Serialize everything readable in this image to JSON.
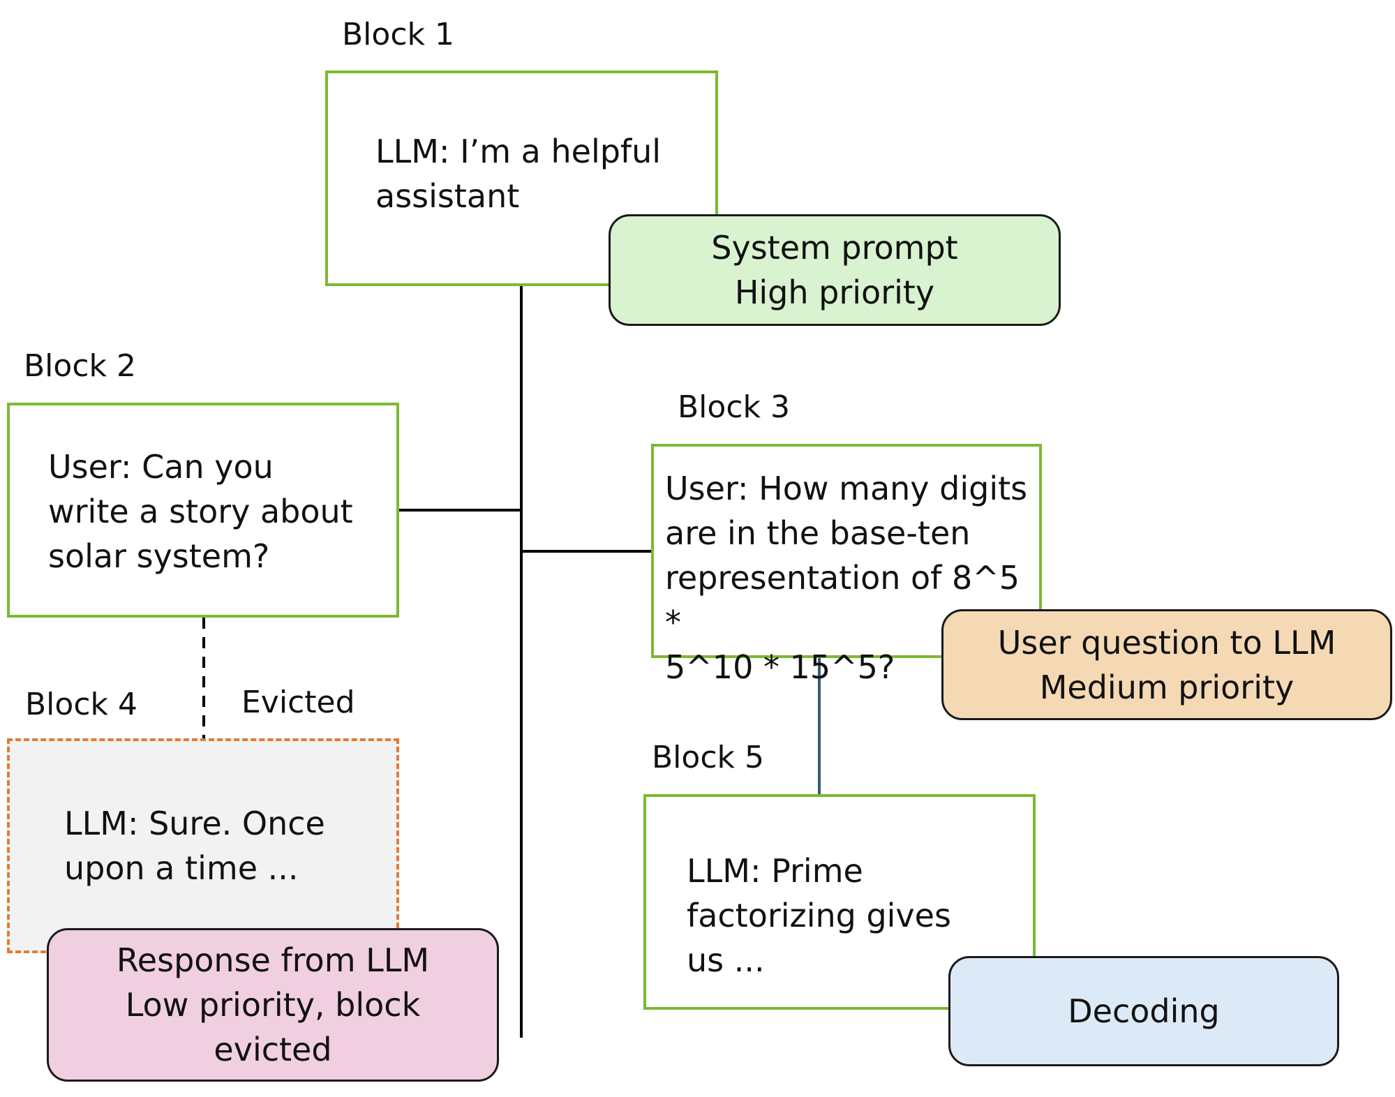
{
  "colors": {
    "block_border": "#7cb930",
    "evicted_border": "#e07b39",
    "evicted_fill": "#f2f2f2",
    "tag_system": "#d9f2d0",
    "tag_user": "#f4d9b4",
    "tag_response": "#f0cfe0",
    "tag_decoding": "#dce9f6",
    "connector": "#000000",
    "connector_block5": "#2f5d7a"
  },
  "blocks": [
    {
      "label": "Block 1",
      "text": "LLM: I’m a helpful\nassistant"
    },
    {
      "label": "Block 2",
      "text": "User: Can you\nwrite a story about\nsolar system?"
    },
    {
      "label": "Block 3",
      "text": "User: How many digits\nare in the base-ten\nrepresentation of 8^5 *\n5^10 * 15^5?"
    },
    {
      "label": "Block 4",
      "text": "LLM: Sure. Once\nupon a time ...",
      "status": "Evicted"
    },
    {
      "label": "Block 5",
      "text": "LLM: Prime\nfactorizing gives\nus ..."
    }
  ],
  "tags": [
    {
      "text": "System prompt\nHigh priority"
    },
    {
      "text": "User question to LLM\nMedium priority"
    },
    {
      "text": "Response from LLM\nLow priority, block\nevicted"
    },
    {
      "text": "Decoding"
    }
  ]
}
